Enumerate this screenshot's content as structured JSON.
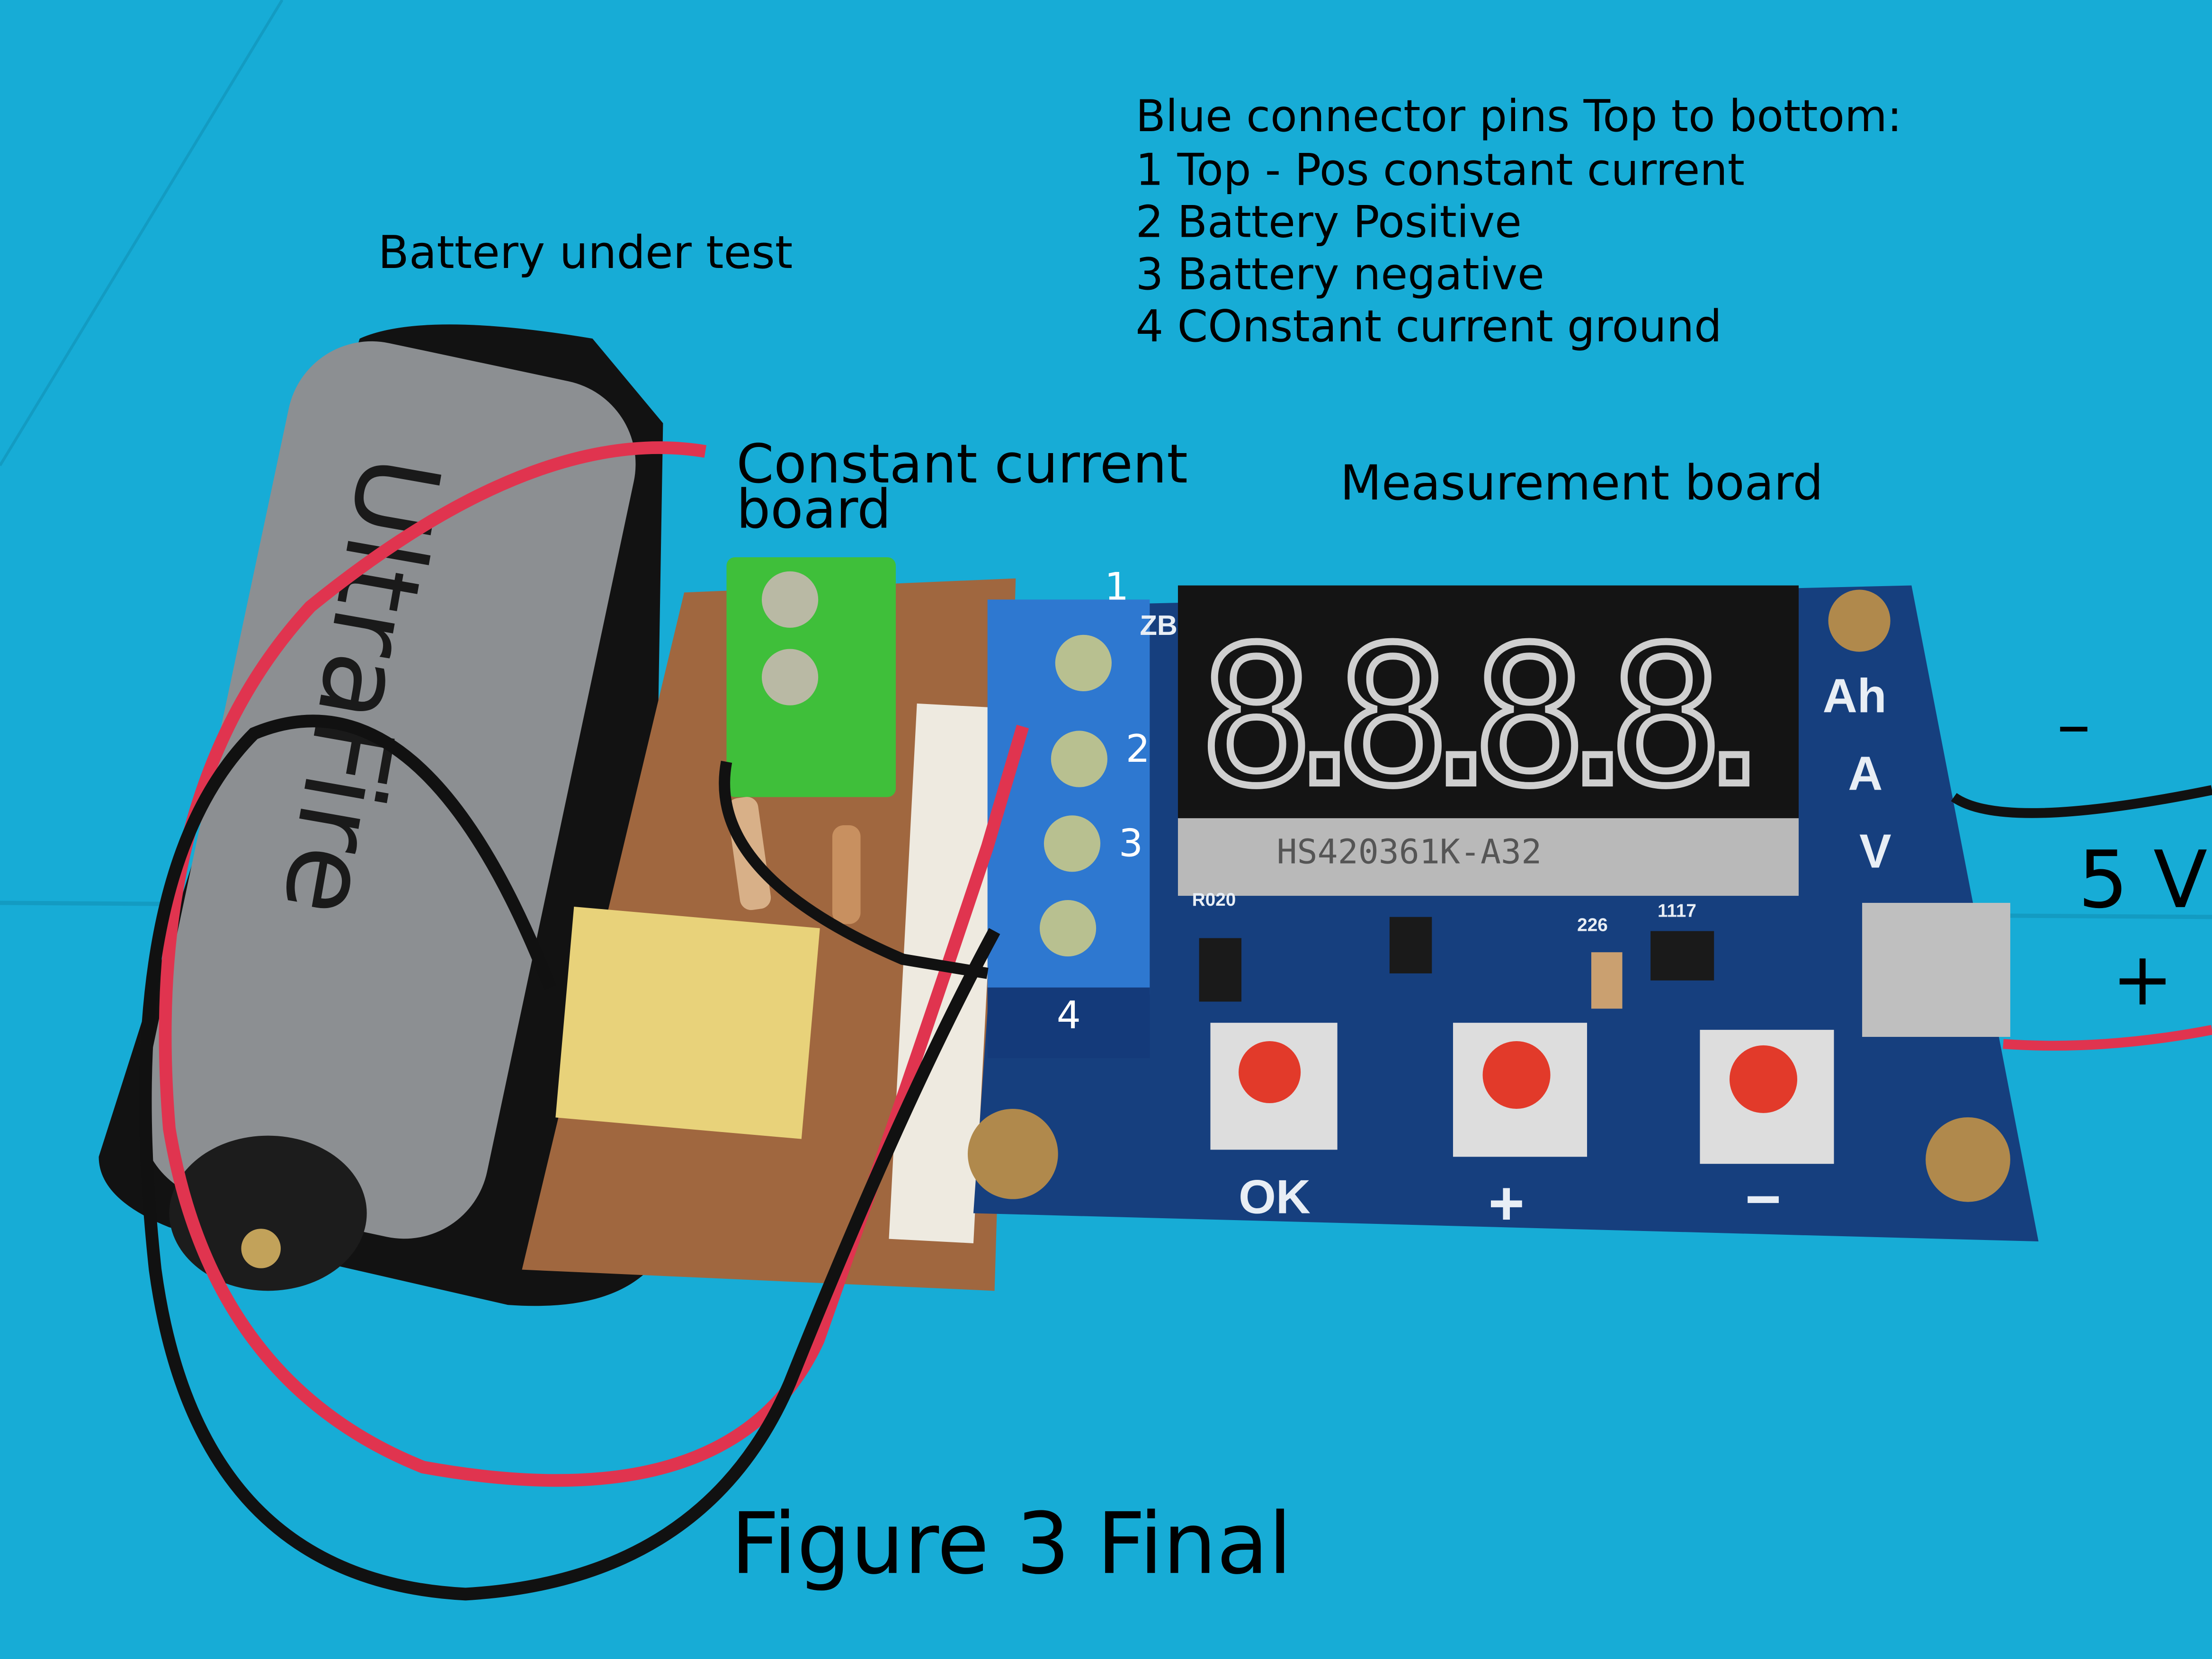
{
  "annotations": {
    "battery_label": "Battery under test",
    "pin_legend": [
      "Blue connector pins Top to bottom:",
      "1 Top - Pos constant current",
      "2 Battery Positive",
      "3 Battery negative",
      "4 COnstant current ground"
    ],
    "cc_board_label": [
      "Constant current",
      "board"
    ],
    "measurement_label": "Measurement board",
    "pins": [
      "1",
      "2",
      "3",
      "4"
    ],
    "supply_minus": "–",
    "supply_voltage": "5 V",
    "supply_plus": "+",
    "figure_caption": "Figure 3 Final"
  },
  "photo": {
    "battery_brand": "UltraFire",
    "display_module": "HS420361K-A32",
    "display_digits": "8.8.8.8.",
    "unit_labels": [
      "Ah",
      "A",
      "V"
    ],
    "terminal_marking": "ZB",
    "button_labels": [
      "OK",
      "+",
      "−"
    ],
    "resistor_marking": "R020",
    "cap_marking": "226",
    "regulator_marking": "1117",
    "colors": {
      "mat": "#17acd6",
      "pcb_blue": "#163f7e",
      "terminal_blue": "#2e78d0",
      "cc_pcb": "#a0673f",
      "green_terminal": "#3fbf3a",
      "wire_red": "#e0344f",
      "wire_black": "#111111",
      "battery_grey": "#8c8f92",
      "trimmer_yellow": "#e8d27a"
    }
  }
}
